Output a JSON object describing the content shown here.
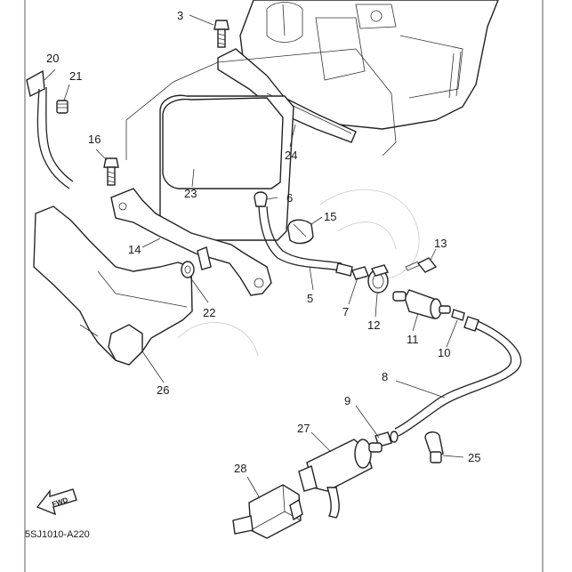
{
  "diagram": {
    "callouts": [
      {
        "id": "c3",
        "label": "3"
      },
      {
        "id": "c20",
        "label": "20"
      },
      {
        "id": "c21",
        "label": "21"
      },
      {
        "id": "c16",
        "label": "16"
      },
      {
        "id": "c23",
        "label": "23"
      },
      {
        "id": "c24",
        "label": "24"
      },
      {
        "id": "c6",
        "label": "6"
      },
      {
        "id": "c15",
        "label": "15"
      },
      {
        "id": "c14",
        "label": "14"
      },
      {
        "id": "c13",
        "label": "13"
      },
      {
        "id": "c22",
        "label": "22"
      },
      {
        "id": "c5",
        "label": "5"
      },
      {
        "id": "c7",
        "label": "7"
      },
      {
        "id": "c12",
        "label": "12"
      },
      {
        "id": "c11",
        "label": "11"
      },
      {
        "id": "c10",
        "label": "10"
      },
      {
        "id": "c26",
        "label": "26"
      },
      {
        "id": "c8",
        "label": "8"
      },
      {
        "id": "c9",
        "label": "9"
      },
      {
        "id": "c27",
        "label": "27"
      },
      {
        "id": "c25",
        "label": "25"
      },
      {
        "id": "c28",
        "label": "28"
      }
    ],
    "fwd_label": "FWD",
    "drawing_code": "5SJ1010-A220"
  }
}
